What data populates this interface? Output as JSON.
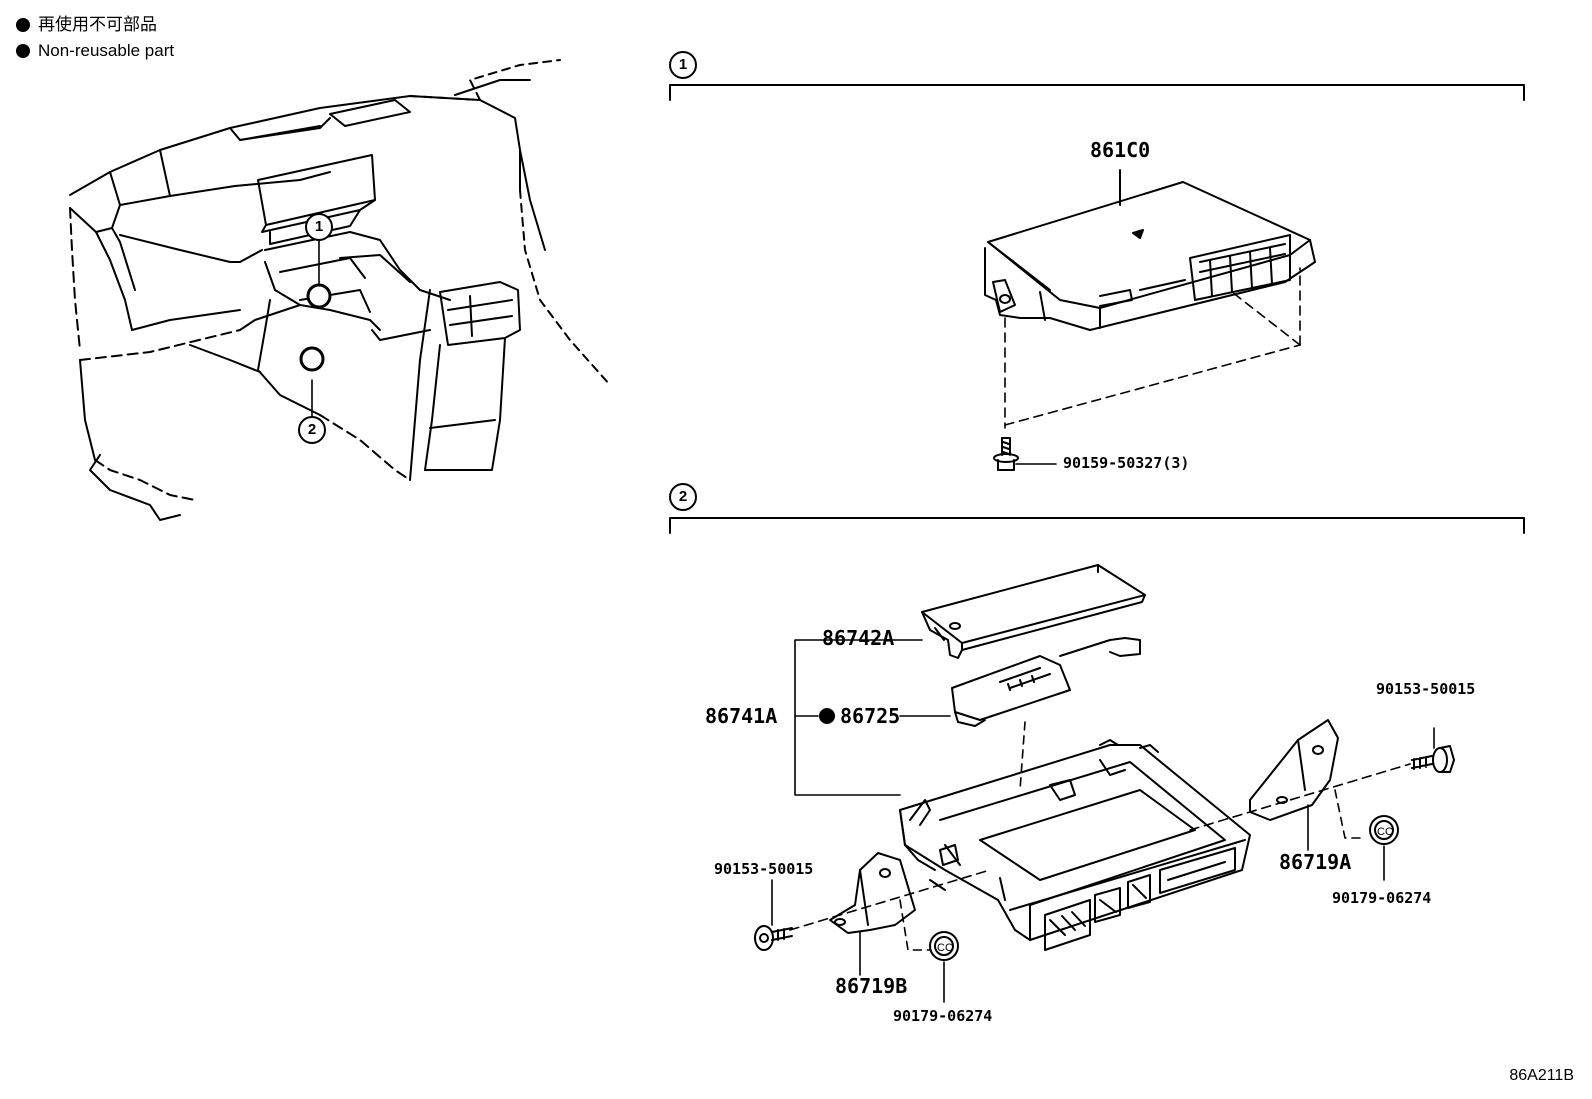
{
  "legend": {
    "jp": "再使用不可部品",
    "en": "Non-reusable part"
  },
  "callouts": {
    "one": "1",
    "two": "2"
  },
  "sections": {
    "one": "1",
    "two": "2"
  },
  "parts": {
    "p861c0": "861C0",
    "p90159": "90159-50327(3)",
    "p86742a": "86742A",
    "p86741a": "86741A",
    "p86725": "86725",
    "p90153_right": "90153-50015",
    "p90153_left": "90153-50015",
    "p86719a": "86719A",
    "p86719b": "86719B",
    "p90179_right": "90179-06274",
    "p90179_left": "90179-06274"
  },
  "reference_code": "86A211B",
  "icons": {
    "bullet": "filled-circle-icon",
    "clip": "cc-clip-icon"
  }
}
